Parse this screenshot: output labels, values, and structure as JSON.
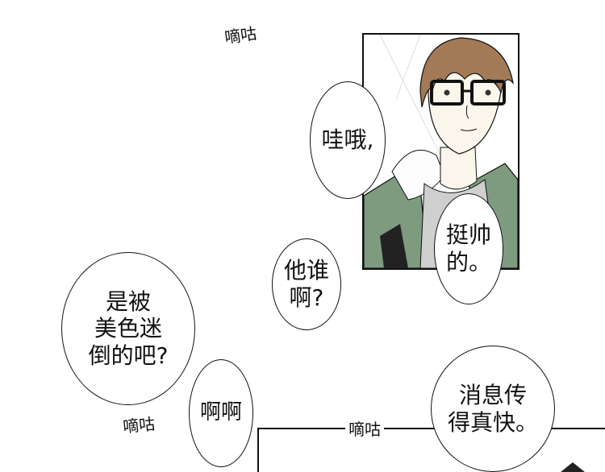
{
  "sfx": {
    "top": "嘀咕",
    "left_bottom": "嘀咕",
    "bottom_center": "嘀咕"
  },
  "bubbles": {
    "wow": "哇哦,",
    "handsome": "挺帅\n的。",
    "who": "他谁\n啊?",
    "charmed": "是被\n美色迷\n倒的吧?",
    "ahah": "啊啊",
    "news": "消息传\n得真快。"
  },
  "colors": {
    "ink": "#111111",
    "hair": "#a27a55",
    "jacket": "#7e9b80",
    "skin": "#fbf6ec",
    "shirt": "#cfcfcf"
  }
}
